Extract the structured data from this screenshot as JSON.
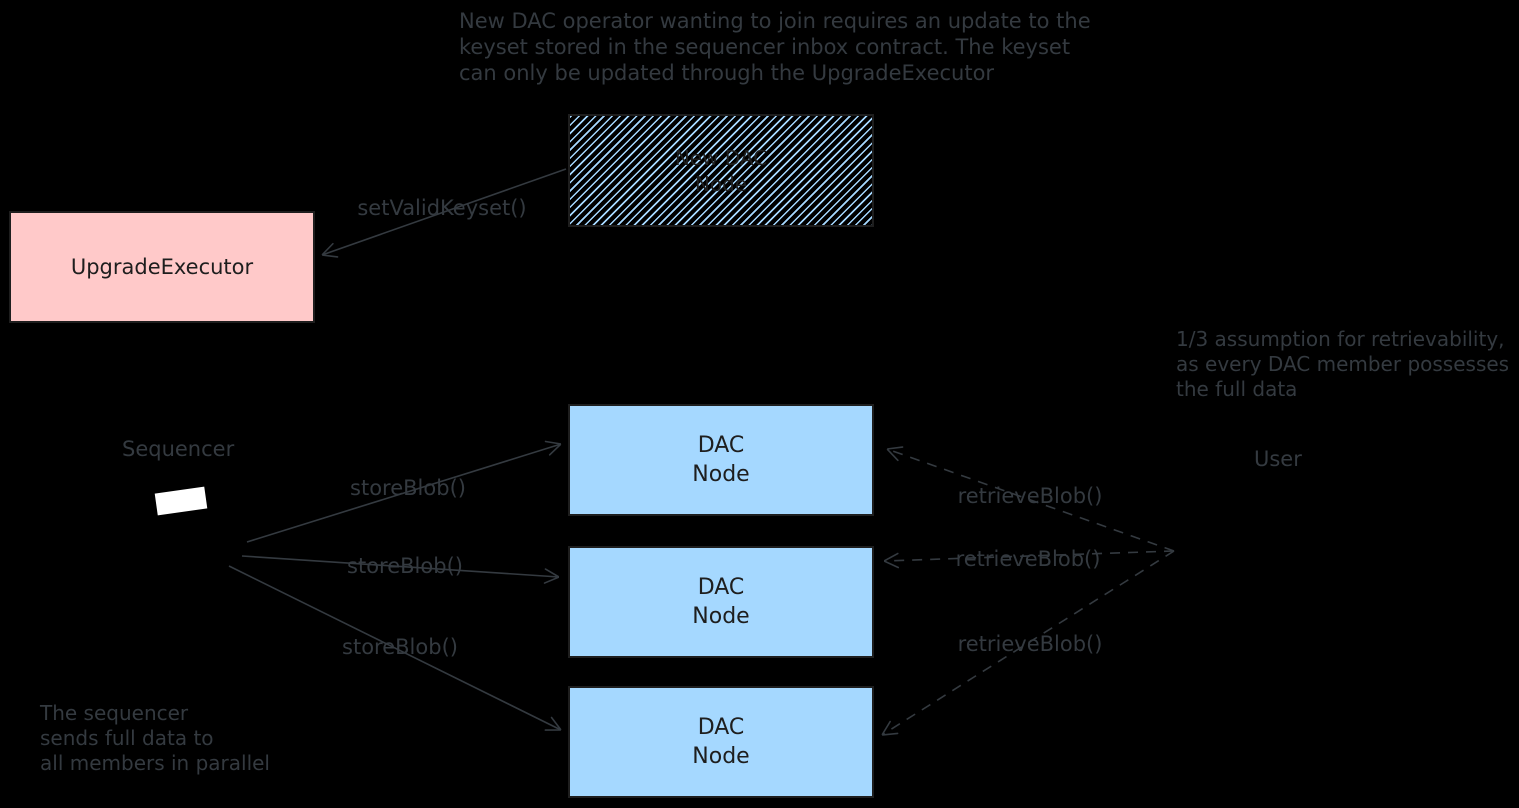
{
  "colors": {
    "background": "#000000",
    "node_fill_blue": "#a5d8ff",
    "node_fill_pink": "#ffc9c9",
    "node_border": "#1e1e1e",
    "annotation": "#343a40",
    "white_shape": "#ffffff"
  },
  "notes": {
    "top": "New DAC operator wanting to join requires an update to the\nkeyset stored in the sequencer inbox contract. The keyset\ncan only be updated through the UpgradeExecutor",
    "right": "1/3 assumption for retrievability,\nas every DAC member possesses\nthe full data",
    "bottom_left": "The sequencer\nsends full data to\nall members in parallel"
  },
  "nodes": {
    "new_dac_node": {
      "label": "New DAC\nNode"
    },
    "upgrade_executor": {
      "label": "UpgradeExecutor"
    },
    "dac_nodes": [
      {
        "label": "DAC\nNode"
      },
      {
        "label": "DAC\nNode"
      },
      {
        "label": "DAC\nNode"
      }
    ]
  },
  "actors": {
    "sequencer": "Sequencer",
    "user": "User"
  },
  "edges": {
    "set_valid_keyset": "setValidKeyset()",
    "store_blob": [
      "storeBlob()",
      "storeBlob()",
      "storeBlob()"
    ],
    "retrieve_blob": [
      "retrieveBlob()",
      "retrieveBlob()",
      "retrieveBlob()"
    ]
  }
}
